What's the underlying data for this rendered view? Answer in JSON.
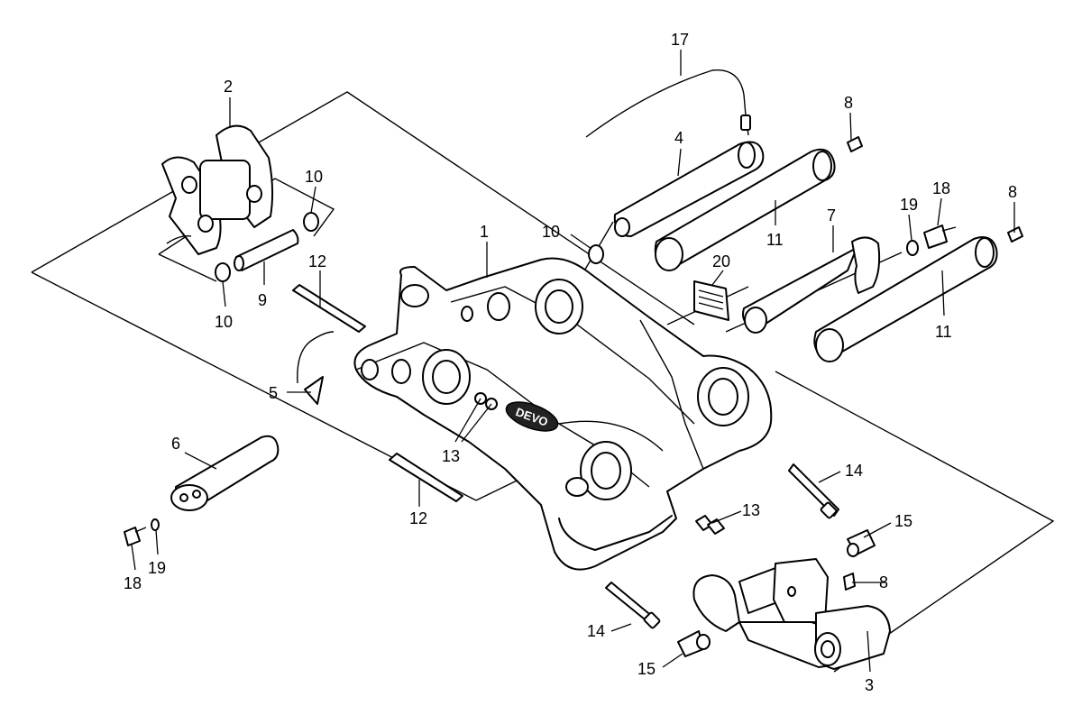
{
  "diagram": {
    "brand_logo_text": "DEVO",
    "callouts": [
      {
        "id": "c1",
        "text": "1"
      },
      {
        "id": "c2",
        "text": "2"
      },
      {
        "id": "c3",
        "text": "3"
      },
      {
        "id": "c4",
        "text": "4"
      },
      {
        "id": "c5",
        "text": "5"
      },
      {
        "id": "c6",
        "text": "6"
      },
      {
        "id": "c7",
        "text": "7"
      },
      {
        "id": "c8a",
        "text": "8"
      },
      {
        "id": "c8b",
        "text": "8"
      },
      {
        "id": "c8c",
        "text": "8"
      },
      {
        "id": "c9",
        "text": "9"
      },
      {
        "id": "c10a",
        "text": "10"
      },
      {
        "id": "c10b",
        "text": "10"
      },
      {
        "id": "c10c",
        "text": "10"
      },
      {
        "id": "c11a",
        "text": "11"
      },
      {
        "id": "c11b",
        "text": "11"
      },
      {
        "id": "c12a",
        "text": "12"
      },
      {
        "id": "c12b",
        "text": "12"
      },
      {
        "id": "c13a",
        "text": "13"
      },
      {
        "id": "c13b",
        "text": "13"
      },
      {
        "id": "c14a",
        "text": "14"
      },
      {
        "id": "c14b",
        "text": "14"
      },
      {
        "id": "c15a",
        "text": "15"
      },
      {
        "id": "c15b",
        "text": "15"
      },
      {
        "id": "c17",
        "text": "17"
      },
      {
        "id": "c18a",
        "text": "18"
      },
      {
        "id": "c18b",
        "text": "18"
      },
      {
        "id": "c19a",
        "text": "19"
      },
      {
        "id": "c19b",
        "text": "19"
      },
      {
        "id": "c20",
        "text": "20"
      }
    ]
  }
}
